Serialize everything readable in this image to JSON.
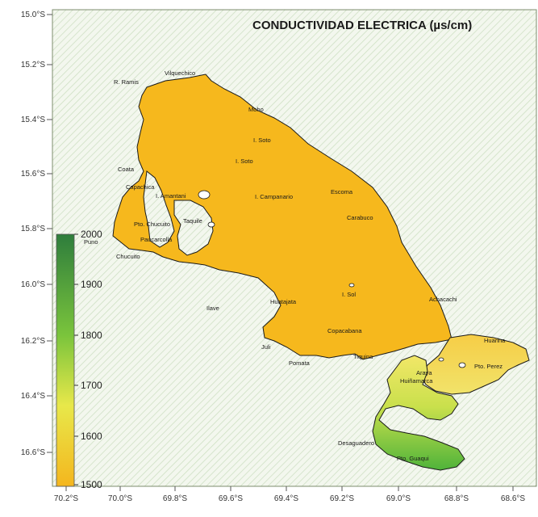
{
  "map": {
    "title": "CONDUCTIVIDAD ELECTRICA (µs/cm)",
    "lat_ticks": [
      "15.0°S",
      "15.2°S",
      "15.4°S",
      "15.6°S",
      "15.8°S",
      "16.0°S",
      "16.2°S",
      "16.4°S",
      "16.6°S"
    ],
    "lon_ticks": [
      "70.2°S",
      "70.0°S",
      "69.8°S",
      "69.6°S",
      "69.4°S",
      "69.2°S",
      "69.0°S",
      "68.8°S",
      "68.6°S"
    ],
    "colorbar": {
      "min": 1500,
      "max": 2000,
      "tick_labels": [
        "2000",
        "1900",
        "1800",
        "1700",
        "1600",
        "1500"
      ],
      "colors": [
        "#2e7d3c",
        "#7ac43c",
        "#e8e84a",
        "#f4b61e"
      ]
    },
    "places": [
      {
        "id": "vilquechico",
        "text": "Vilquechico"
      },
      {
        "id": "r-ramis",
        "text": "R. Ramis"
      },
      {
        "id": "moho",
        "text": "Moho"
      },
      {
        "id": "i-soto-1",
        "text": "I. Soto"
      },
      {
        "id": "i-soto-2",
        "text": "I. Soto"
      },
      {
        "id": "capachica",
        "text": "Capachica"
      },
      {
        "id": "coata",
        "text": "Coata"
      },
      {
        "id": "i-amantani",
        "text": "I. Amantani"
      },
      {
        "id": "i-campanario",
        "text": "I. Campanario"
      },
      {
        "id": "escoma",
        "text": "Escoma"
      },
      {
        "id": "carabuco",
        "text": "Carabuco"
      },
      {
        "id": "pto-chucuito",
        "text": "Pto. Chucuito"
      },
      {
        "id": "taquile",
        "text": "Taquile"
      },
      {
        "id": "puno",
        "text": "Puno"
      },
      {
        "id": "paucarcolla",
        "text": "Paucarcolla"
      },
      {
        "id": "chucuito",
        "text": "Chucuito"
      },
      {
        "id": "ilave",
        "text": "Ilave"
      },
      {
        "id": "juli",
        "text": "Juli"
      },
      {
        "id": "huatajata",
        "text": "Huatajata"
      },
      {
        "id": "i-sol",
        "text": "I. Sol"
      },
      {
        "id": "achacachi",
        "text": "Achacachi"
      },
      {
        "id": "copacabana",
        "text": "Copacabana"
      },
      {
        "id": "pomata",
        "text": "Pomata"
      },
      {
        "id": "tiquina",
        "text": "Tiquina"
      },
      {
        "id": "huarina",
        "text": "Huarina"
      },
      {
        "id": "pto-perez",
        "text": "Pto. Perez"
      },
      {
        "id": "araya",
        "text": "Araya"
      },
      {
        "id": "huinamarca",
        "text": "Huiñamarca"
      },
      {
        "id": "desaguadero",
        "text": "Desaguadero"
      },
      {
        "id": "pto-guaqui",
        "text": "Pto. Guaqui"
      }
    ]
  }
}
